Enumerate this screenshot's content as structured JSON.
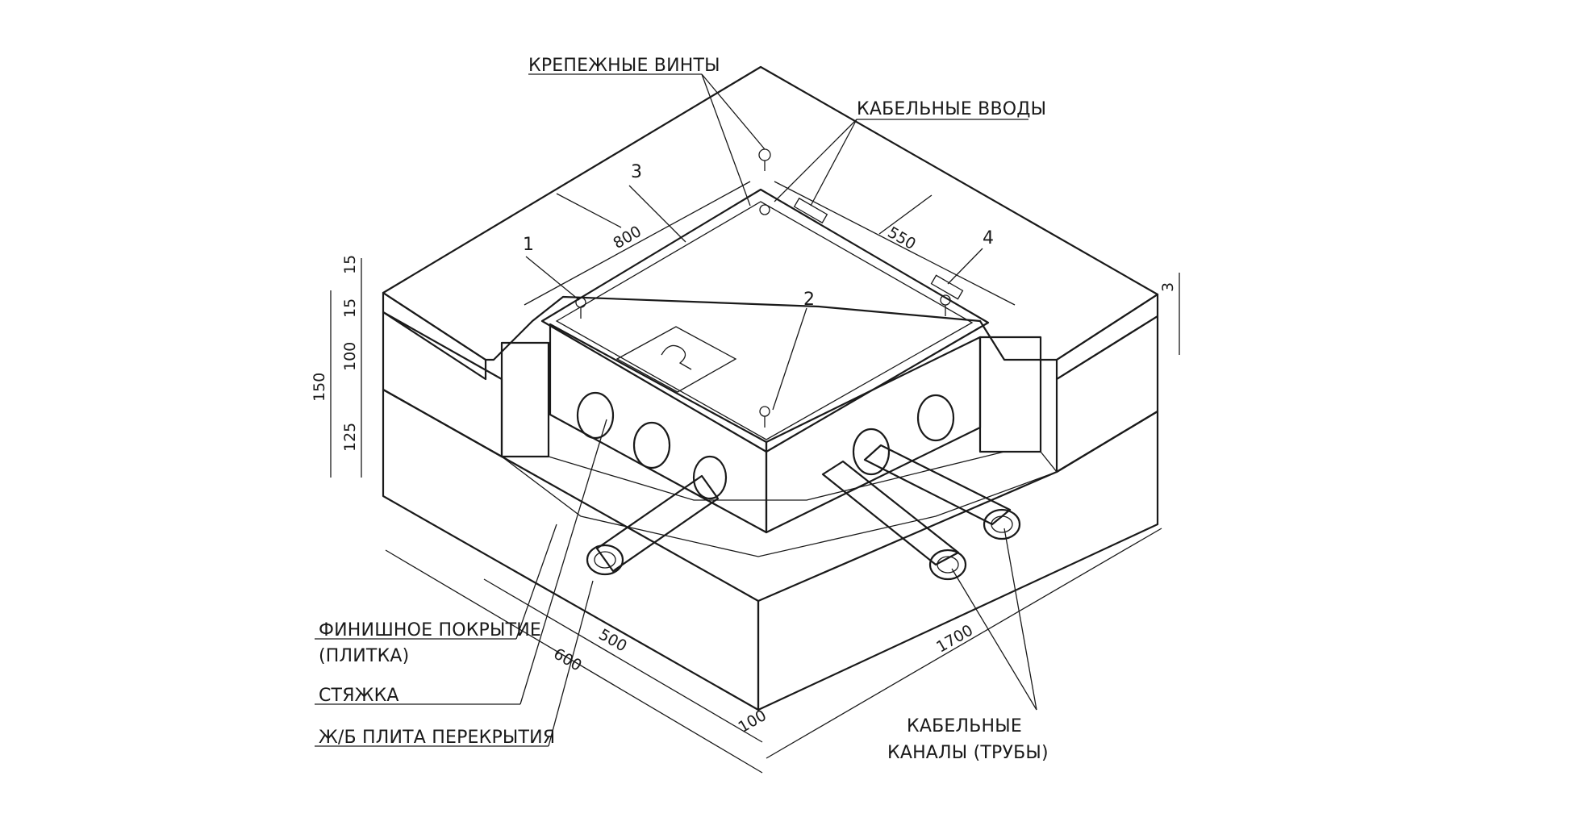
{
  "labels": {
    "screws": "КРЕПЕЖНЫЕ ВИНТЫ",
    "cable_entries": "КАБЕЛЬНЫЕ ВВОДЫ",
    "finish_line1": "ФИНИШНОЕ ПОКРЫТИЕ",
    "finish_line2": "(ПЛИТКА)",
    "screed": "СТЯЖКА",
    "slab": "Ж/Б ПЛИТА ПЕРЕКРЫТИЯ",
    "channels_line1": "КАБЕЛЬНЫЕ",
    "channels_line2": "КАНАЛЫ (ТРУБЫ)"
  },
  "callouts": {
    "c1": "1",
    "c2": "2",
    "c3": "3",
    "c4": "4"
  },
  "dimensions": {
    "d800": "800",
    "d550": "550",
    "d15a": "15",
    "d15b": "15",
    "d100": "100",
    "d125": "125",
    "d150": "150",
    "d3": "3",
    "d600": "600",
    "d500": "500",
    "d100b": "100",
    "d1700": "1700"
  },
  "colors": {
    "ink": "#1a1a1a",
    "background": "#ffffff"
  }
}
